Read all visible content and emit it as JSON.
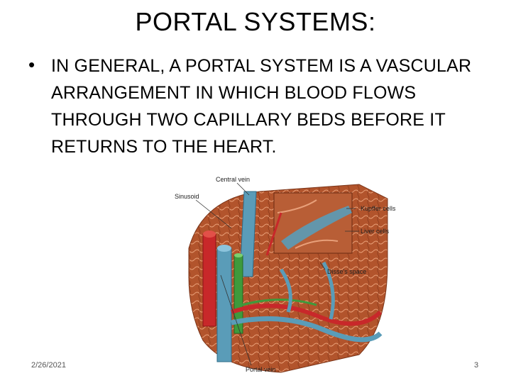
{
  "slide": {
    "title": "PORTAL SYSTEMS:",
    "bullet": "IN GENERAL, A PORTAL SYSTEM IS A VASCULAR ARRANGEMENT IN WHICH BLOOD FLOWS THROUGH TWO CAPILLARY BEDS BEFORE IT RETURNS TO THE HEART.",
    "footer_date": "2/26/2021",
    "page_number": "3"
  },
  "figure": {
    "labels": {
      "central_vein": "Central vein",
      "sinusoid": "Sinusoid",
      "kupffer_cells": "Kupffer cells",
      "liver_cells": "Liver cells",
      "disses_space": "Disse's space",
      "portal_vein": "Portal vein"
    },
    "colors": {
      "liver_tissue": "#b2542c",
      "artery_red": "#c8282a",
      "vein_blue": "#5a9cb8",
      "bile_duct_green": "#3e9a3c",
      "background": "#ffffff"
    }
  }
}
